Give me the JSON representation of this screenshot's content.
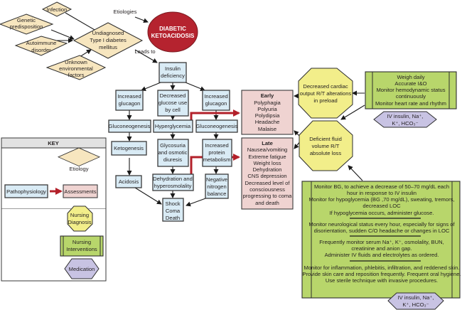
{
  "title": "DIABETIC KETOACIDOSIS",
  "title_lines": [
    "DIABETIC",
    "KETOACIDOSIS"
  ],
  "colors": {
    "title_circle": "#b5232f",
    "pathophysiology": "#d9ebf5",
    "assessments": "#efd3d1",
    "etiology": "#f7e6bf",
    "nursing_diagnosis": "#f2ee8a",
    "nursing_interventions": "#b8d66b",
    "medication": "#c8c3e3",
    "red_arrow": "#b3202a"
  },
  "labels": {
    "etiologies": "Etiologies",
    "leads_to": "Leads to"
  },
  "etiologies": {
    "infection": [
      "Infection"
    ],
    "genetic": [
      "Genetic",
      "predisposition"
    ],
    "autoimmune": [
      "Autoimmune",
      "disorder"
    ],
    "environmental": [
      "Unknown",
      "environmental",
      "factors"
    ],
    "undiagnosed": [
      "Undiagnosed",
      "Type I diabetes",
      "mellitus"
    ]
  },
  "pathophysiology": {
    "insulin_deficiency": [
      "Insulin",
      "deficiency"
    ],
    "increased_glucagon_left": [
      "Increased",
      "glucagon"
    ],
    "decreased_glucose_use": [
      "Decreased",
      "glucose use",
      "by cell"
    ],
    "increased_glucagon_right": [
      "Increased",
      "glucagon"
    ],
    "gluconeogenesis_left": [
      "Gluconeogenesis"
    ],
    "hyperglycemia": [
      "Hyperglycemia"
    ],
    "gluconeogenesis_right": [
      "Gluconeogenesis"
    ],
    "ketogenesis": [
      "Ketogenesis"
    ],
    "glycosuria": [
      "Glycosuria",
      "and osmotic",
      "diuresis"
    ],
    "protein_metabolism": [
      "Increased",
      "protein",
      "metabolism"
    ],
    "acidosis": [
      "Acidosis"
    ],
    "dehydration": [
      "Dehydration and",
      "hyperosmolality"
    ],
    "nitrogen_balance": [
      "Negative",
      "nitrogen",
      "balance"
    ],
    "shock": [
      "Shock",
      "Coma",
      "Death"
    ]
  },
  "assessments": {
    "early": {
      "heading": "Early",
      "items": [
        "Polyphagia",
        "Polyuria",
        "Polydipsia",
        "Headache",
        "Malaise"
      ]
    },
    "late": {
      "heading": "Late",
      "items": [
        "Nausea/vomiting",
        "Extreme fatigue",
        "Weight loss",
        "Dehydration",
        "CNS depression",
        "Decreased level of",
        "consciousness",
        "progressing to coma",
        "and death"
      ]
    }
  },
  "nursing_diagnoses": {
    "cardiac": [
      "Decreased cardiac",
      "output R/T alterations",
      "in preload"
    ],
    "fluid": [
      "Deficient fluid",
      "volume R/T",
      "absolute loss"
    ]
  },
  "interventions": {
    "top": [
      "Weigh daily",
      "Accurate I&O",
      "Monitor hemodynamic status",
      "continuously",
      "Monitor heart rate and rhythm"
    ],
    "bottom": {
      "section1": [
        "Monitor BG, to achieve a decrease of 50–70 mg/dL each",
        "hour in response to IV insulin",
        "Monitor for hypoglycemia (BG ,70 mg/dL), sweating, tremors,",
        "decreased LOC",
        "If hypoglycemia occurs, administer glucose."
      ],
      "section2": [
        "Monitor neurological status every hour, especially for signs of",
        "disorientation, sudden C/O headache or changes in LOC"
      ],
      "section3": [
        "Frequently monitor serum Na⁺, K⁺, osmolality, BUN,",
        "creatinine and anion gap.",
        "Administer IV fluids and electrolytes as ordered."
      ],
      "section4": [
        "Monitor for inflammation, phlebitis, infiltration, and reddened skin.",
        "Provide skin care and reposition frequently. Frequent oral hygiene.",
        "Use sterile technique with invasive procedures."
      ]
    }
  },
  "medications": {
    "top": [
      "IV insulin, Na⁺,",
      "K⁺, HCO₃⁻"
    ],
    "bottom": [
      "IV insulin, Na⁺,",
      "K⁺, HCO₃⁻"
    ]
  },
  "key": {
    "heading": "KEY",
    "etiology": "Etiology",
    "pathophysiology": "Pathophysiology",
    "assessments": "Assessments",
    "nursing_diagnosis": [
      "Nursing",
      "Diagnosis"
    ],
    "nursing_interventions": [
      "Nursing",
      "Interventions"
    ],
    "medication": "Medication"
  }
}
